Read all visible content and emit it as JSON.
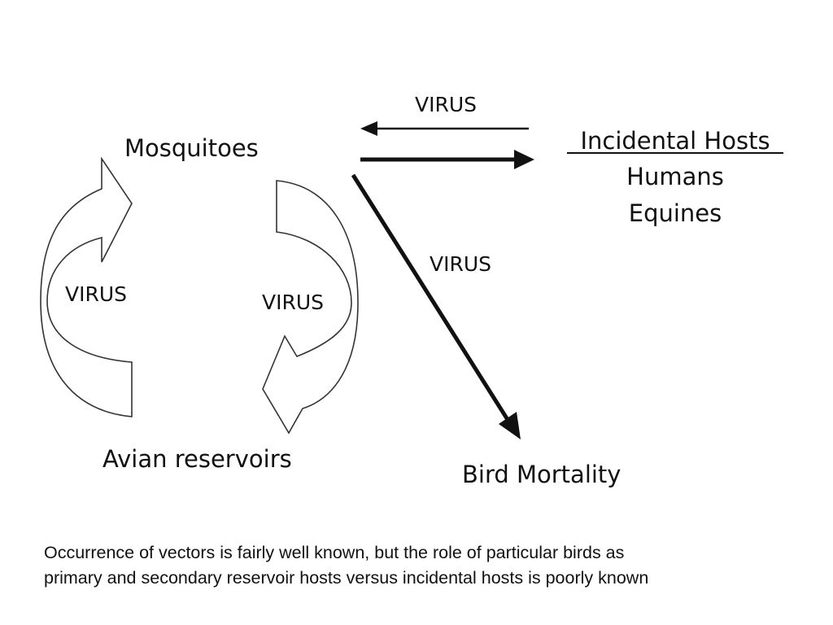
{
  "nodes": {
    "mosquitoes": "Mosquitoes",
    "avian_reservoirs": "Avian reservoirs",
    "incidental_hosts": {
      "title": "Incidental Hosts",
      "items": [
        "Humans",
        "Equines"
      ]
    },
    "bird_mortality": "Bird Mortality"
  },
  "edge_labels": {
    "left_cycle": "VIRUS",
    "right_cycle": "VIRUS",
    "horizontal": "VIRUS",
    "diagonal": "VIRUS"
  },
  "caption": {
    "line1": "Occurrence of vectors is fairly well known, but the role of particular birds as",
    "line2": "primary and secondary reservoir hosts versus incidental hosts is poorly known"
  }
}
